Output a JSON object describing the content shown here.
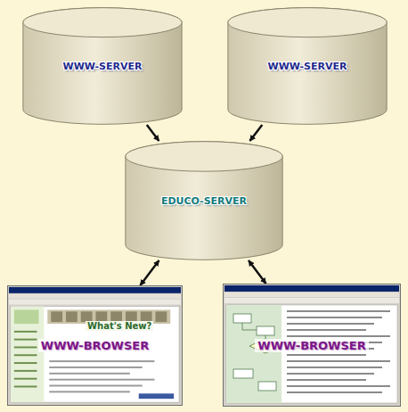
{
  "diagram": {
    "nodes": [
      {
        "text": [
          "WWW-SERVER"
        ]
      },
      {
        "text": [
          "WWW-SERVER"
        ]
      },
      {
        "text": [
          "EDUCO-SERVER"
        ]
      },
      {
        "text": [
          "WWW-BROWSER"
        ]
      },
      {
        "text": [
          "WWW-BROWSER"
        ]
      }
    ],
    "edges": [
      {
        "from": 0,
        "to": 2,
        "arrow": "to"
      },
      {
        "from": 1,
        "to": 2,
        "arrow": "to"
      },
      {
        "from": 2,
        "to": 3,
        "arrow": "both"
      },
      {
        "from": 2,
        "to": 4,
        "arrow": "both"
      }
    ],
    "labels": [
      "What's New?"
    ]
  }
}
